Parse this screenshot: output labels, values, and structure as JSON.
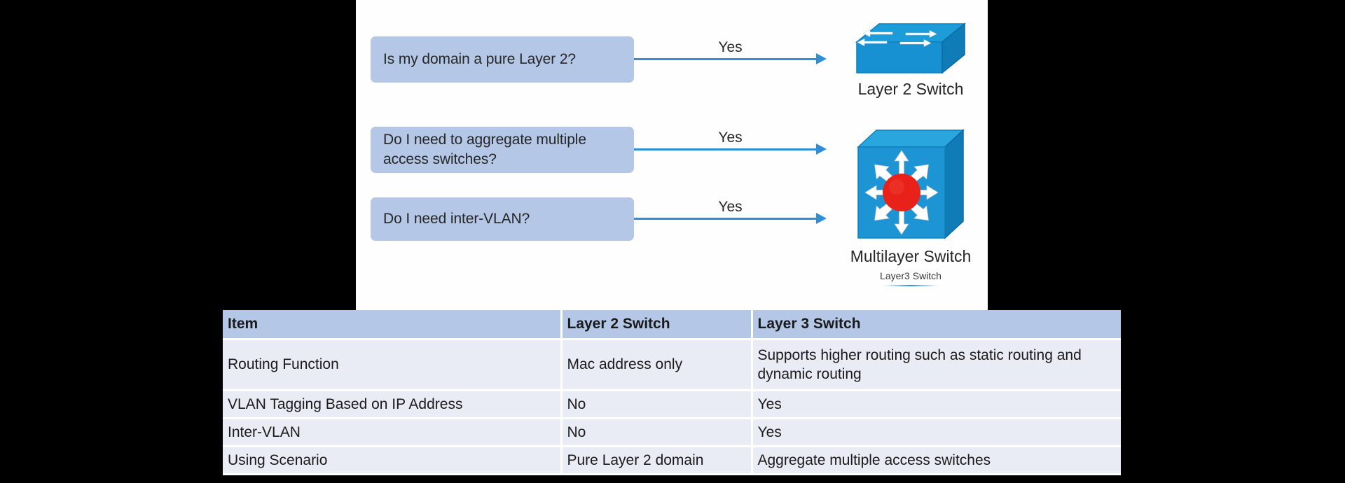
{
  "slide": {
    "decision_boxes": [
      {
        "text": "Is my domain a pure Layer 2?"
      },
      {
        "text": "Do I need to aggregate multiple access switches?"
      },
      {
        "text": "Do I need inter-VLAN?"
      }
    ],
    "connectors": [
      {
        "label": "Yes"
      },
      {
        "label": "Yes"
      },
      {
        "label": "Yes"
      }
    ],
    "devices": [
      {
        "icon": "layer2-switch-icon",
        "title": "Layer 2 Switch",
        "subtitle": ""
      },
      {
        "icon": "multilayer-switch-icon",
        "title": "Multilayer Switch",
        "subtitle": "Layer3 Switch"
      }
    ],
    "colors": {
      "box_fill": "#b4c7e7",
      "arrow": "#2e8fd8",
      "device_blue": "#1b9bd8",
      "device_core": "#e8211a",
      "table_header": "#b4c7e7",
      "table_body": "#e9ecf5",
      "canvas": "#fefeff",
      "background": "#000000"
    }
  },
  "table": {
    "headers": [
      "Item",
      "Layer 2 Switch",
      "Layer 3 Switch"
    ],
    "rows": [
      {
        "item": "Routing Function",
        "layer2": "Mac address only",
        "layer3": "Supports higher routing such as static routing and dynamic routing"
      },
      {
        "item": "VLAN Tagging Based on IP Address",
        "layer2": "No",
        "layer3": "Yes"
      },
      {
        "item": "Inter-VLAN",
        "layer2": "No",
        "layer3": "Yes"
      },
      {
        "item": "Using Scenario",
        "layer2": "Pure Layer 2 domain",
        "layer3": "Aggregate multiple access switches"
      }
    ]
  }
}
